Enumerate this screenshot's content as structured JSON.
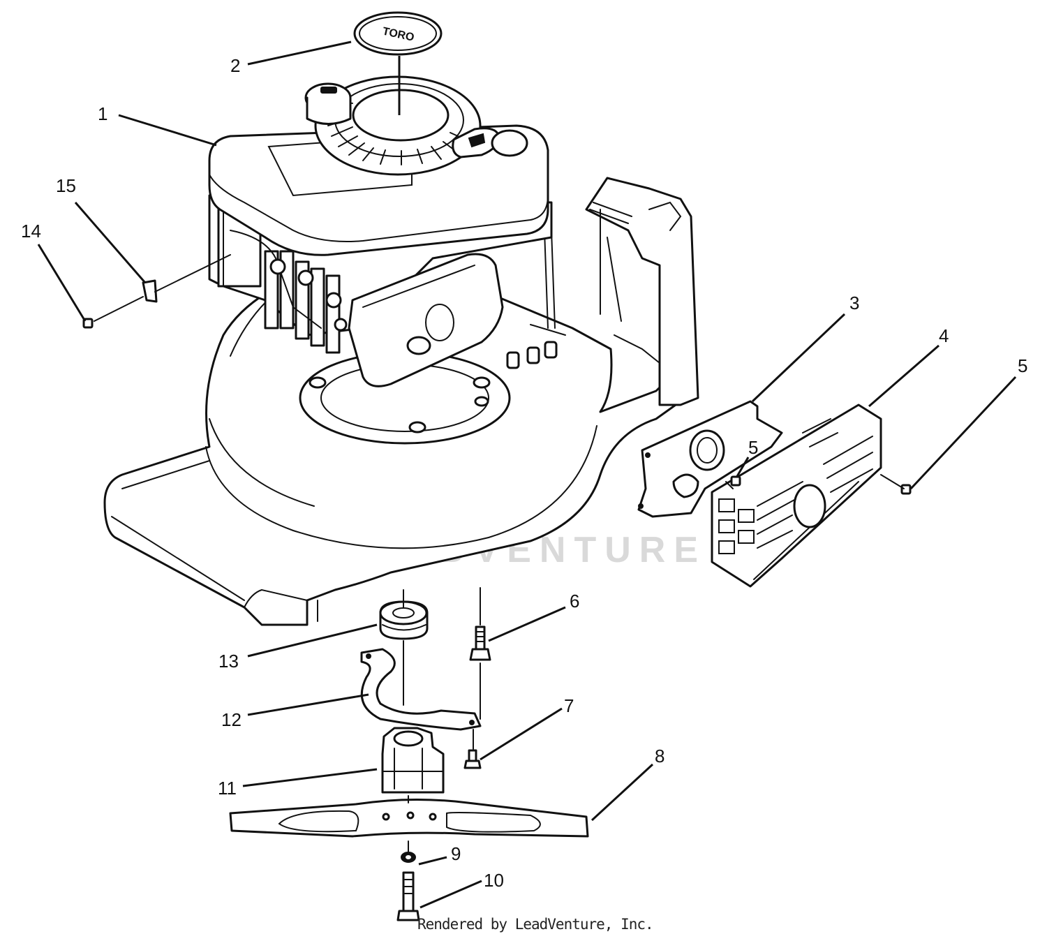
{
  "diagram": {
    "logo_text": "TORO",
    "watermark": "LEADVENTURE",
    "callouts": [
      {
        "id": "1",
        "label": "1"
      },
      {
        "id": "2",
        "label": "2"
      },
      {
        "id": "3",
        "label": "3"
      },
      {
        "id": "4",
        "label": "4"
      },
      {
        "id": "5a",
        "label": "5"
      },
      {
        "id": "5b",
        "label": "5"
      },
      {
        "id": "6",
        "label": "6"
      },
      {
        "id": "7",
        "label": "7"
      },
      {
        "id": "8",
        "label": "8"
      },
      {
        "id": "9",
        "label": "9"
      },
      {
        "id": "10",
        "label": "10"
      },
      {
        "id": "11",
        "label": "11"
      },
      {
        "id": "12",
        "label": "12"
      },
      {
        "id": "13",
        "label": "13"
      },
      {
        "id": "14",
        "label": "14"
      },
      {
        "id": "15",
        "label": "15"
      }
    ]
  },
  "footer": {
    "credit": "Rendered by LeadVenture, Inc."
  }
}
